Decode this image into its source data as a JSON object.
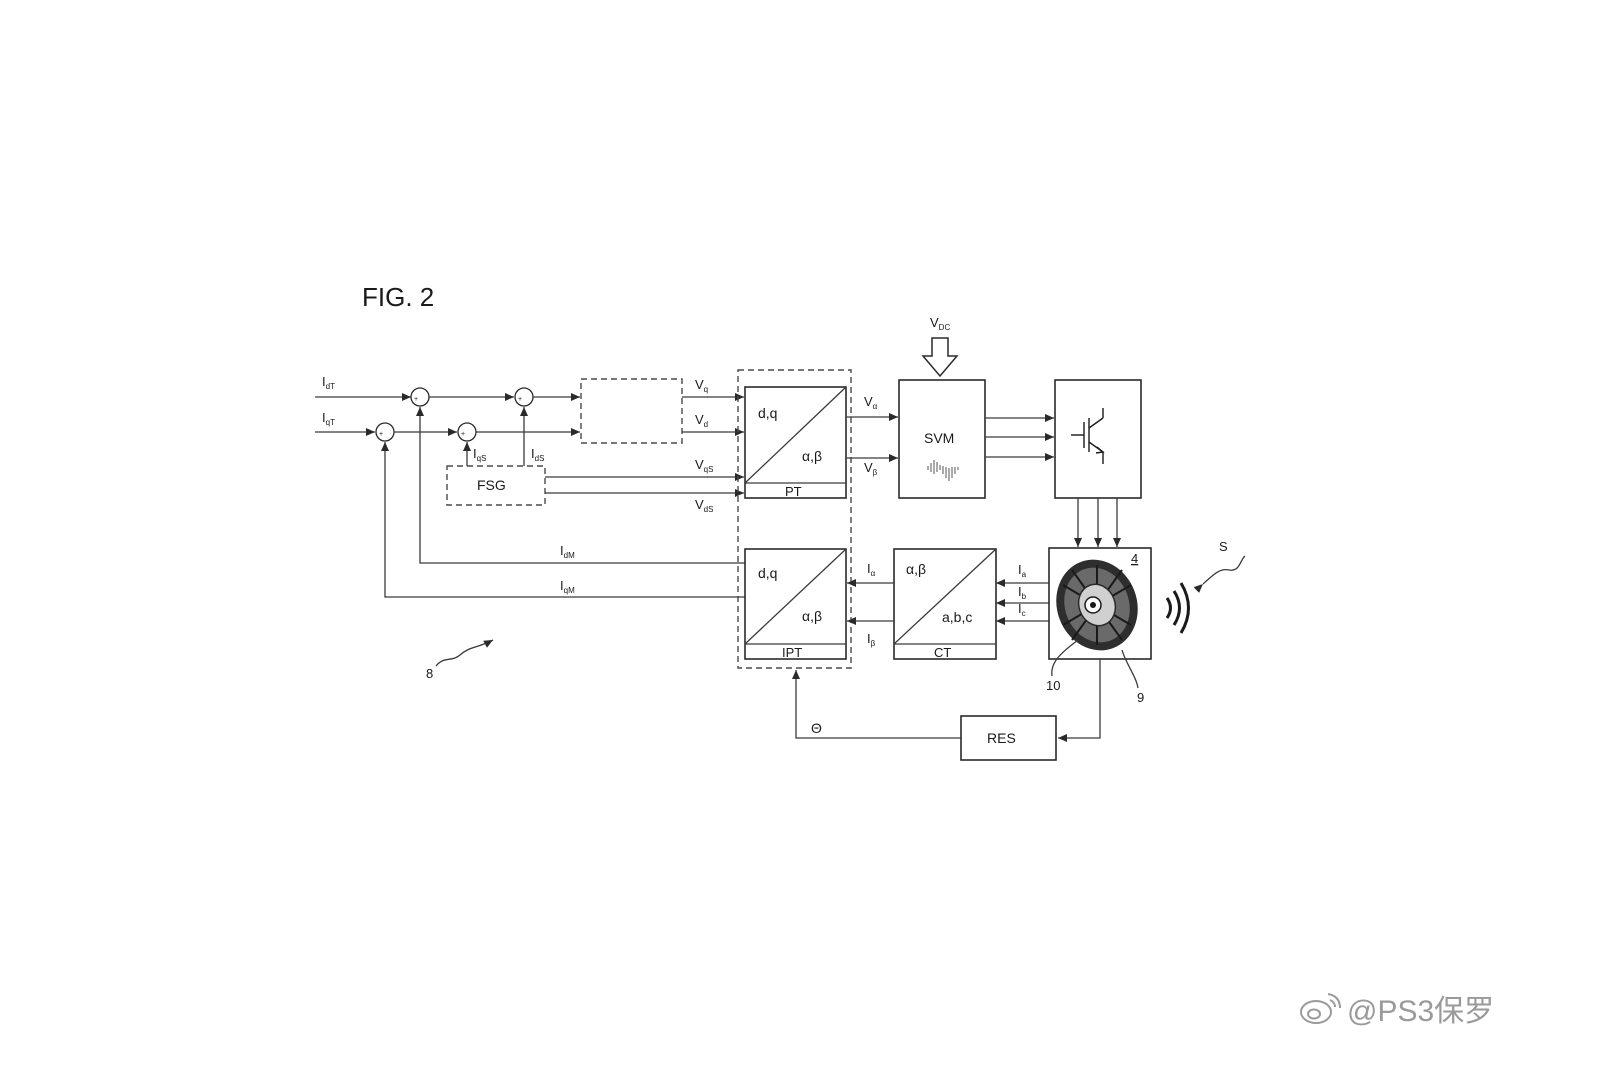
{
  "figure": {
    "title": "FIG. 2",
    "ref_numeral": "8"
  },
  "inputs": {
    "idT": {
      "main": "I",
      "sub": "dT"
    },
    "iqT": {
      "main": "I",
      "sub": "qT"
    }
  },
  "signals": {
    "iqs": {
      "main": "I",
      "sub": "qS"
    },
    "ids": {
      "main": "I",
      "sub": "dS"
    },
    "vq": {
      "main": "V",
      "sub": "q"
    },
    "vd": {
      "main": "V",
      "sub": "d"
    },
    "vqs": {
      "main": "V",
      "sub": "qS"
    },
    "vds": {
      "main": "V",
      "sub": "dS"
    },
    "idm": {
      "main": "I",
      "sub": "dM"
    },
    "iqm": {
      "main": "I",
      "sub": "qM"
    },
    "valpha": {
      "main": "V",
      "sub": "α"
    },
    "vbeta": {
      "main": "V",
      "sub": "β"
    },
    "ialpha": {
      "main": "I",
      "sub": "α"
    },
    "ibeta": {
      "main": "I",
      "sub": "β"
    },
    "ia": {
      "main": "I",
      "sub": "a"
    },
    "ib": {
      "main": "I",
      "sub": "b"
    },
    "ic": {
      "main": "I",
      "sub": "c"
    },
    "vdc": {
      "main": "V",
      "sub": "DC"
    },
    "theta": "Θ"
  },
  "blocks": {
    "fsg": "FSG",
    "pt": {
      "top": "d,q",
      "bottom": "α,β",
      "name": "PT"
    },
    "ipt": {
      "top": "d,q",
      "bottom": "α,β",
      "name": "IPT"
    },
    "ct": {
      "top": "α,β",
      "bottom": "a,b,c",
      "name": "CT"
    },
    "svm": "SVM",
    "res": "RES"
  },
  "motor": {
    "numeral": "4",
    "stator_ref": "9",
    "rotor_ref": "10",
    "sound_ref": "S"
  },
  "sum_signs": {
    "plus": "+"
  },
  "watermark": "@PS3保罗"
}
